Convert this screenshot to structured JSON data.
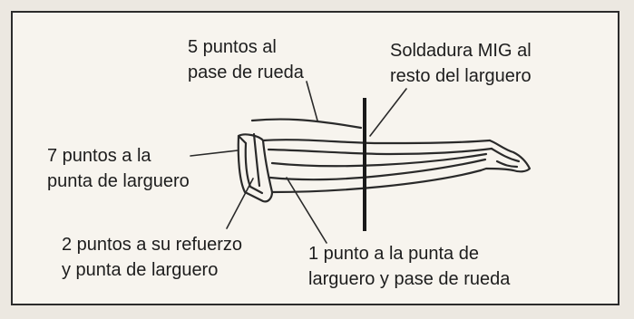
{
  "labels": {
    "wheel_arch": {
      "line1": "5 puntos al",
      "line2": "pase de rueda"
    },
    "mig_weld": {
      "line1": "Soldadura MIG al",
      "line2": "resto del larguero"
    },
    "rail_tip": {
      "line1": "7 puntos a la",
      "line2": "punta de larguero"
    },
    "reinforcement": {
      "line1": "2 puntos a su refuerzo",
      "line2": "y punta de larguero"
    },
    "tip_and_arch": {
      "line1": "1 punto a la punta de",
      "line2": "larguero y pase de rueda"
    }
  }
}
